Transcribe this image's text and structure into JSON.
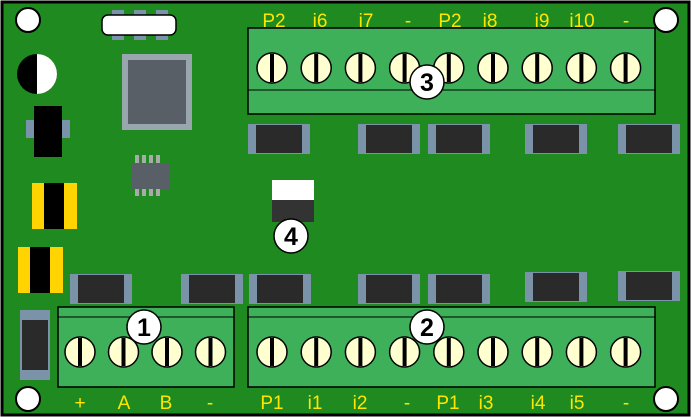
{
  "board": {
    "bg_color": "#1f8a1f",
    "label_color": "#ffe600",
    "terminal_color": "#3fb05a"
  },
  "terminal_blocks": [
    {
      "id": "1",
      "screws": 4,
      "labels": [
        "+",
        "A",
        "B",
        "-"
      ]
    },
    {
      "id": "2",
      "screws": 9,
      "labels": [
        "P1",
        "i1",
        "i2",
        "-",
        "P1",
        "i3",
        "i4",
        "i5",
        "-"
      ]
    },
    {
      "id": "3",
      "screws": 9,
      "labels": [
        "P2",
        "i6",
        "i7",
        "-",
        "P2",
        "i8",
        "i9",
        "i10",
        "-"
      ]
    }
  ],
  "callout_4": "4"
}
